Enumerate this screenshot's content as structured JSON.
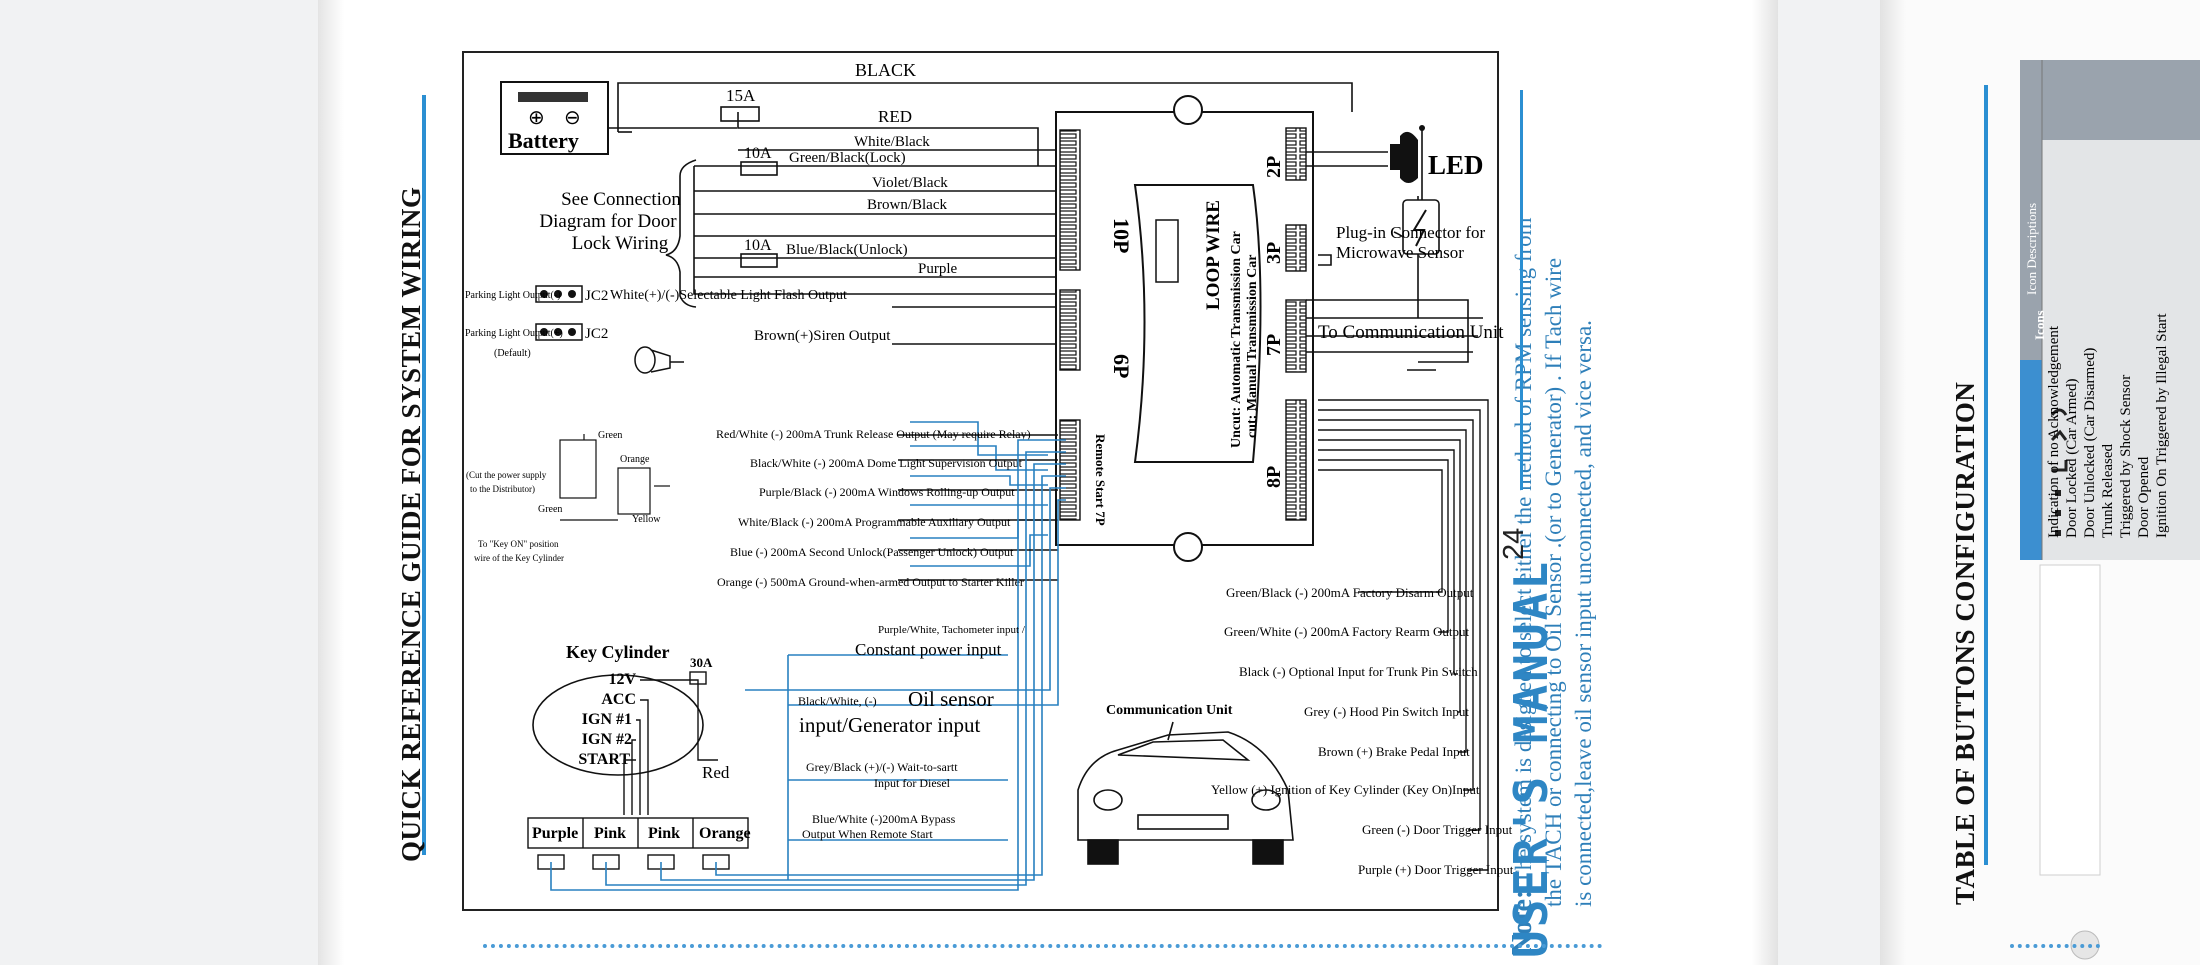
{
  "page1": {
    "title": "QUICK REFERENCE GUIDE FOR SYSTEM WIRING",
    "page_number": "24",
    "logo": "USER'S MANUAL",
    "note_label": "Note:",
    "note_lines": [
      "The system is designed to select either the method of RPM sensing from",
      "the TACH or connecting to Oil Sensor .(or to  Generator) . If Tach wire",
      "is connected,leave oil sensor input unconnected, and vice versa."
    ]
  },
  "diagram": {
    "battery": "Battery",
    "plus": "⊕",
    "minus": "⊖",
    "black": "BLACK",
    "red": "RED",
    "fuse_15a": "15A",
    "fuse_10a_1": "10A",
    "fuse_10a_2": "10A",
    "white_black": "White/Black",
    "green_black_lock": "Green/Black(Lock)",
    "violet_black": "Violet/Black",
    "brown_black": "Brown/Black",
    "blue_black_unlock": "Blue/Black(Unlock)",
    "purple": "Purple",
    "see_connection": [
      "See Connection",
      "Diagram for Door",
      "Lock Wiring"
    ],
    "parking_neg": "Parking Light Output(-)",
    "parking_pos": "Parking Light Output(+)",
    "default": "(Default)",
    "jc2a": "JC2",
    "jc2b": "JC2",
    "light_flash": "White(+)/(-)Selectable Light Flash Output",
    "siren": "Brown(+)Siren Output",
    "outputs_left": [
      "Red/White (-) 200mA Trunk Release Output (May require Relay)",
      "Black/White (-) 200mA Dome Light Supervision Output",
      "Purple/Black (-) 200mA Windows Rolling-up Output",
      "White/Black (-) 200mA Programmable Auxiliary Output",
      "Blue (-) 200mA Second Unlock(Passenger Unlock) Output",
      "Orange (-) 500mA Ground-when-armed Output to Starter Killer"
    ],
    "starter_notes": {
      "green1": "Green",
      "orange": "Orange",
      "cut": "(Cut the power supply",
      "cut2": "to the Distributor)",
      "green2": "Green",
      "yellow": "Yellow",
      "keyon": "To \"Key ON\" position",
      "keyon2": "wire of the Key Cylinder"
    },
    "module": {
      "p10": "10P",
      "p6": "6P",
      "remote7p": "Remote Start 7P",
      "loop_wire": "LOOP WIRE",
      "uncut": "Uncut: Automatic Transmission Car",
      "cut": "cut: Manual Transmission Car",
      "p2": "2P",
      "p3": "3P",
      "p7": "7P",
      "p8": "8P"
    },
    "led": "LED",
    "plugin": [
      "Plug-in Connector for",
      "Microwave Sensor"
    ],
    "to_comm": "To Communication Unit",
    "inputs_right": [
      "Green/Black (-) 200mA Factory Disarm Output",
      "Green/White (-) 200mA Factory Rearm Output",
      "Black (-) Optional Input for Trunk Pin Switch",
      "Grey (-) Hood Pin Switch Input",
      "Brown (+) Brake Pedal Input",
      "Yellow (+) Ignition of Key Cylinder (Key On)Input",
      "Green (-) Door Trigger Input",
      "Purple (+) Door Trigger Input"
    ],
    "comm_unit": "Communication Unit",
    "key_cylinder": "Key Cylinder",
    "kc_terms": [
      "12V",
      "ACC",
      "IGN #1",
      "IGN #2",
      "START"
    ],
    "fuse_30a": "30A",
    "kc_red": "Red",
    "kc_bottom": [
      "Purple",
      "Pink",
      "Pink",
      "Orange"
    ],
    "tach": [
      "Purple/White, Tachometer input /",
      "Constant power input"
    ],
    "oil_a": "Black/White, (-) ",
    "oil_b": "Oil sensor",
    "oil_c": "input/Generator input",
    "wait": [
      "Grey/Black (+)/(-) Wait-to-sartt",
      "Input for Diesel"
    ],
    "bypass": [
      "Blue/White (-)200mA Bypass",
      "Output When Remote Start"
    ]
  },
  "page2": {
    "title": "TABLE OF BUTTONS CONFIGURATION",
    "col_icons": "Icons",
    "col_desc": "Icon Descriptions",
    "rows": [
      "Indication of no Acknowledgement",
      "Door Locked (Car Armed)",
      "Door Unlocked (Car Disarmed)",
      "Trunk Released",
      "Triggered by Shock Sensor",
      "Door Opened",
      "Ignition On Triggered by Illegal Start"
    ]
  }
}
